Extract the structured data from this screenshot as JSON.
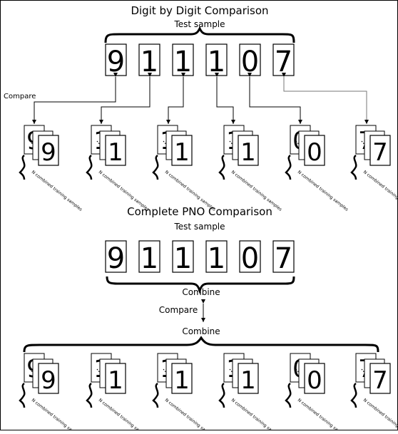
{
  "top": {
    "title": "Digit by Digit Comparison",
    "test_label": "Test sample",
    "compare_label": "Compare",
    "digits": [
      "9",
      "1",
      "1",
      "1",
      "0",
      "7"
    ],
    "note": "N combined training samples"
  },
  "bottom": {
    "title": "Complete PNO Comparison",
    "test_label": "Test sample",
    "combine_upper": "Combine",
    "compare_label": "Compare",
    "combine_lower": "Combine",
    "digits": [
      "9",
      "1",
      "1",
      "1",
      "0",
      "7"
    ],
    "note": "N combined training samples"
  }
}
